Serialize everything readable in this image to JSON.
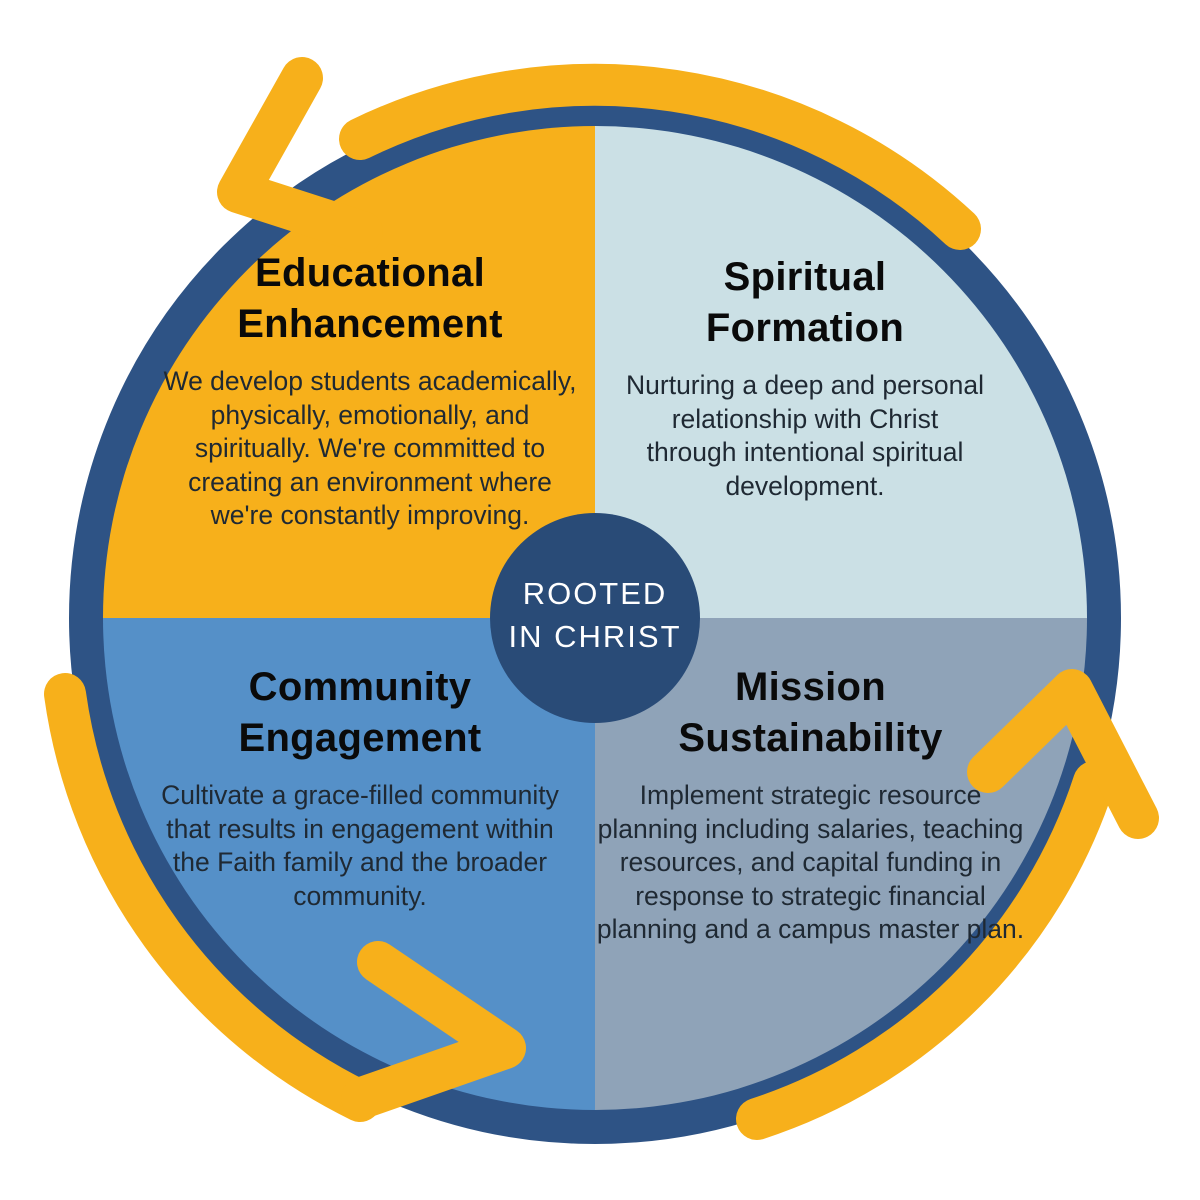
{
  "title": "Rooted in Christ strategic pillars diagram",
  "colors": {
    "background": "#ffffff",
    "ring": "#2E5385",
    "center_circle": "#294B77",
    "arrow_yellow": "#F7B01B",
    "quadrant_educational": "#F7B01B",
    "quadrant_spiritual": "#CBE0E5",
    "quadrant_community": "#5590C8",
    "quadrant_mission": "#8FA3B8",
    "heading_text": "#0A0A0A",
    "body_text": "#1F2933",
    "center_text": "#FFFFFF"
  },
  "center": {
    "line1": "ROOTED",
    "line2": "IN CHRIST"
  },
  "quadrants": {
    "educational": {
      "title": "Educational Enhancement",
      "body": "We develop students academically, physically, emotionally, and spiritually. We're committed to creating an environment where we're constantly improving."
    },
    "spiritual": {
      "title": "Spiritual Formation",
      "body": "Nurturing a deep and personal relationship with Christ through intentional spiritual development."
    },
    "community": {
      "title": "Community Engagement",
      "body": "Cultivate a grace-filled community that results in engagement within the Faith family and the broader community."
    },
    "mission": {
      "title": "Mission Sustainability",
      "body": "Implement strategic resource planning including salaries, teaching resources, and capital funding in response to strategic financial planning and a campus master plan."
    }
  }
}
